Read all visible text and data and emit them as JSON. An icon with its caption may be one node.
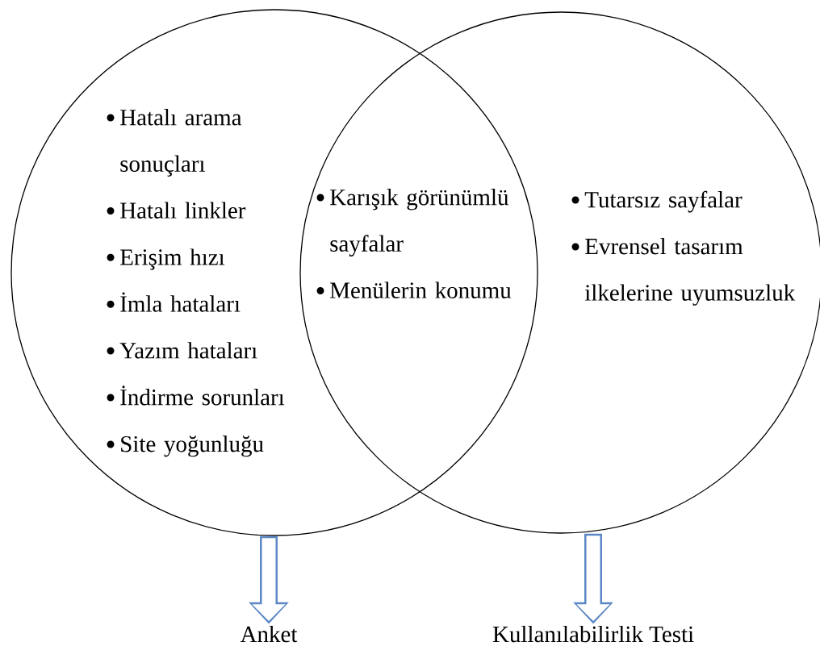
{
  "diagram": {
    "nodes": [
      {
        "text": [
          "Hatalı arama sonuçları",
          "Hatalı linkler",
          "Erişim hızı",
          "İmla hataları",
          "Yazım hataları",
          "İndirme sorunları",
          "Site yoğunluğu"
        ]
      },
      {
        "text": [
          "Tutarsız sayfalar",
          "Evrensel tasarım ilkelerine uyumsuzluk"
        ]
      },
      {
        "text": [
          "Anket"
        ]
      },
      {
        "text": [
          "Kullanılabilirlik Testi"
        ]
      }
    ],
    "edges": [
      {
        "from": 0,
        "to": 2,
        "arrow": "to"
      },
      {
        "from": 1,
        "to": 3,
        "arrow": "to"
      }
    ],
    "labels": [
      "Karışık görünümlü sayfalar",
      "Menülerin konumu"
    ]
  }
}
